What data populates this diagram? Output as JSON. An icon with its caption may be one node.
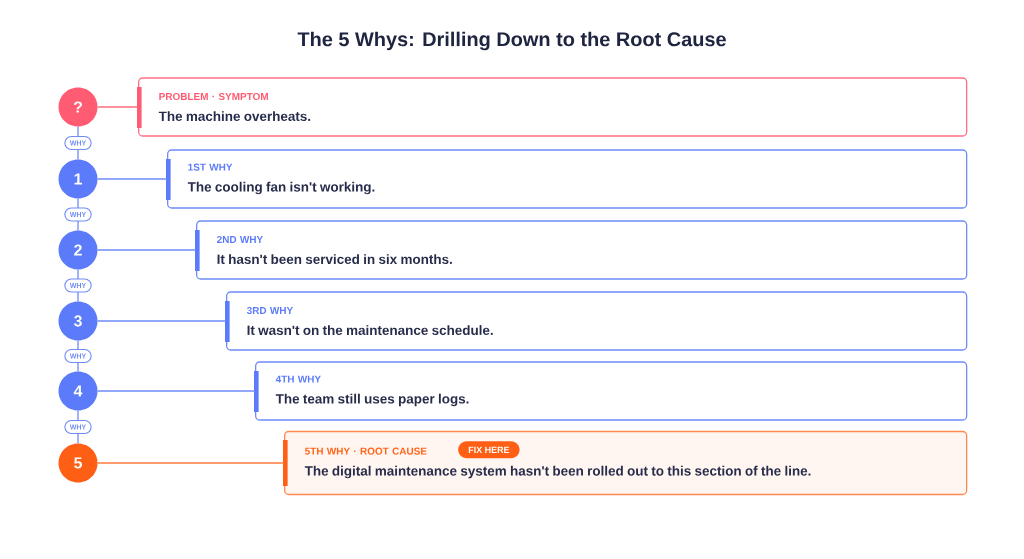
{
  "diagram": {
    "title": "The 5 Whys: Drilling Down to the Root Cause",
    "nodes": [
      {
        "text": [
          "?"
        ]
      },
      {
        "text": [
          "PROBLEM · SYMPTOM",
          "The machine overheats."
        ]
      },
      {
        "text": [
          "1"
        ]
      },
      {
        "text": [
          "1ST WHY",
          "The cooling fan isn't working."
        ]
      },
      {
        "text": [
          "2"
        ]
      },
      {
        "text": [
          "2ND WHY",
          "It hasn't been serviced in six months."
        ]
      },
      {
        "text": [
          "3"
        ]
      },
      {
        "text": [
          "3RD WHY",
          "It wasn't on the maintenance schedule."
        ]
      },
      {
        "text": [
          "4"
        ]
      },
      {
        "text": [
          "4TH WHY",
          "The team still uses paper logs."
        ]
      },
      {
        "text": [
          "5"
        ]
      },
      {
        "text": [
          "5TH WHY · ROOT CAUSE",
          "The digital maintenance system hasn't been rolled out to this section of the line."
        ]
      },
      {
        "text": [
          "FIX HERE"
        ],
        "in": 11
      }
    ],
    "edges": [
      {
        "from": 0,
        "to": 1,
        "arrow": "none",
        "color": "#ff6b7e"
      },
      {
        "from": 0,
        "to": 2,
        "arrow": "none",
        "label": "WHY"
      },
      {
        "from": 2,
        "to": 3,
        "arrow": "none"
      },
      {
        "from": 2,
        "to": 4,
        "arrow": "none",
        "label": "WHY"
      },
      {
        "from": 4,
        "to": 5,
        "arrow": "none"
      },
      {
        "from": 4,
        "to": 6,
        "arrow": "none",
        "label": "WHY"
      },
      {
        "from": 6,
        "to": 7,
        "arrow": "none"
      },
      {
        "from": 6,
        "to": 8,
        "arrow": "none",
        "label": "WHY"
      },
      {
        "from": 8,
        "to": 9,
        "arrow": "none"
      },
      {
        "from": 8,
        "to": 10,
        "arrow": "none",
        "label": "WHY"
      },
      {
        "from": 10,
        "to": 11,
        "arrow": "none",
        "color": "#ff7a3d"
      }
    ]
  }
}
